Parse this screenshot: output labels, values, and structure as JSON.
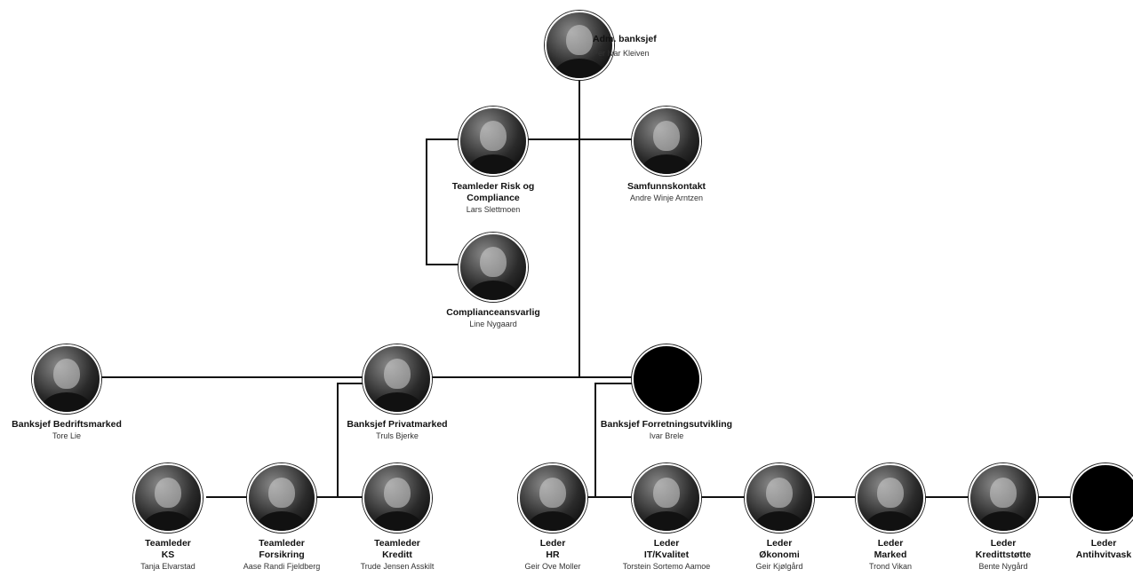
{
  "nodes": {
    "ceo": {
      "title": "Adm. banksjef",
      "name": "Per Ivar Kleiven"
    },
    "risk": {
      "title": "Teamleder Risk og\nCompliance",
      "name": "Lars Slettmoen"
    },
    "society": {
      "title": "Samfunnskontakt",
      "name": "Andre Winje Arntzen"
    },
    "compliance": {
      "title": "Complianceansvarlig",
      "name": "Line Nygaard"
    },
    "bedrift": {
      "title": "Banksjef Bedriftsmarked",
      "name": "Tore Lie"
    },
    "privat": {
      "title": "Banksjef Privatmarked",
      "name": "Truls Bjerke"
    },
    "forretning": {
      "title": "Banksjef Forretningsutvikling",
      "name": "Ivar Brele"
    },
    "ks": {
      "title": "Teamleder\nKS",
      "name": "Tanja Elvarstad"
    },
    "forsikring": {
      "title": "Teamleder\nForsikring",
      "name": "Aase Randi Fjeldberg"
    },
    "kreditt": {
      "title": "Teamleder\nKreditt",
      "name": "Trude Jensen Asskilt"
    },
    "hr": {
      "title": "Leder\nHR",
      "name": "Geir Ove Moller"
    },
    "it": {
      "title": "Leder\nIT/Kvalitet",
      "name": "Torstein Sortemo Aamoe"
    },
    "okonomi": {
      "title": "Leder\nØkonomi",
      "name": "Geir Kjølgård"
    },
    "marked": {
      "title": "Leder\nMarked",
      "name": "Trond Vikan"
    },
    "kredittstotte": {
      "title": "Leder\nKredittstøtte",
      "name": "Bente Nygård"
    },
    "antihvitvask": {
      "title": "Leder\nAntihvitvask",
      "name": ""
    }
  }
}
